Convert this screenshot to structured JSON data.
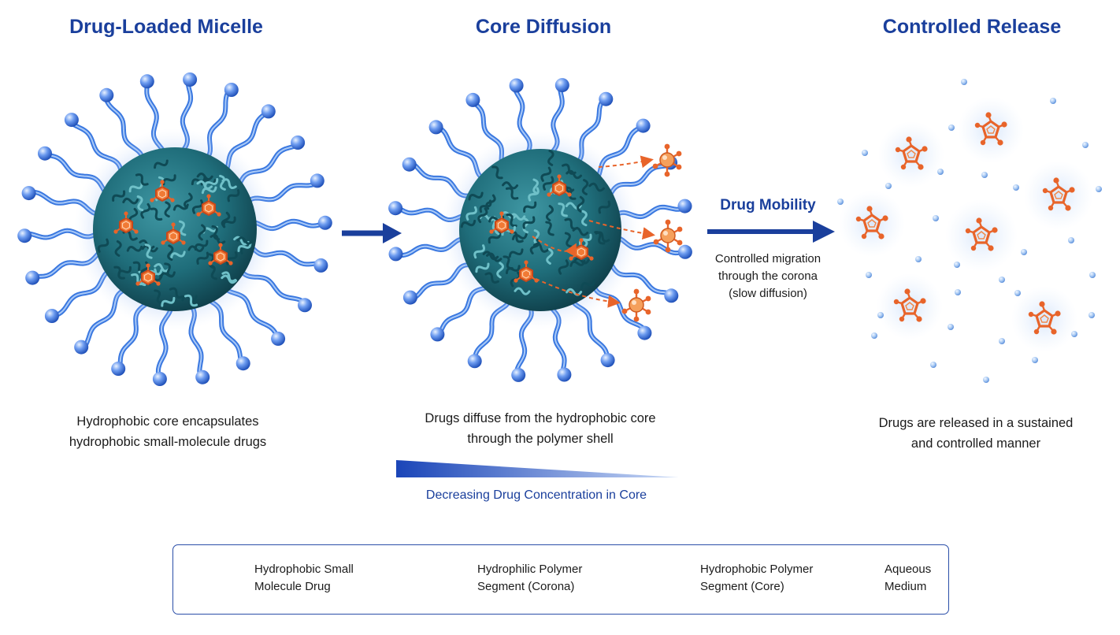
{
  "panels": [
    {
      "title": "Drug-Loaded Micelle",
      "caption_line1": "Hydrophobic core encapsulates",
      "caption_line2": "hydrophobic small-molecule drugs"
    },
    {
      "title": "Core Diffusion",
      "caption_line1": "Drugs diffuse from the hydrophobic core",
      "caption_line2": "through the polymer shell"
    },
    {
      "title": "Controlled Release",
      "caption_line1": "Drugs are released in a sustained",
      "caption_line2": "and controlled manner"
    }
  ],
  "mobility": {
    "title": "Drug Mobility",
    "line1": "Controlled migration",
    "line2": "through the corona",
    "line3": "(slow diffusion)"
  },
  "gradient_label": "Decreasing Drug Concentration in Core",
  "legend": [
    {
      "line1": "Hydrophobic Small",
      "line2": "Molecule Drug",
      "icon": "drug-molecule-icon"
    },
    {
      "line1": "Hydrophilic Polymer",
      "line2": "Segment (Corona)",
      "icon": "hydrophilic-chain-icon"
    },
    {
      "line1": "Hydrophobic Polymer",
      "line2": "Segment (Core)",
      "icon": "hydrophobic-chain-icon"
    },
    {
      "line1": "Aqueous",
      "line2": "Medium",
      "icon": "water-sphere-icon"
    }
  ],
  "colors": {
    "title_blue": "#1a3f9c",
    "corona_blue": "#3a78e0",
    "core_teal": "#1f6d7a",
    "drug_orange": "#e8642a",
    "medium_blue": "#9cc3f0"
  }
}
